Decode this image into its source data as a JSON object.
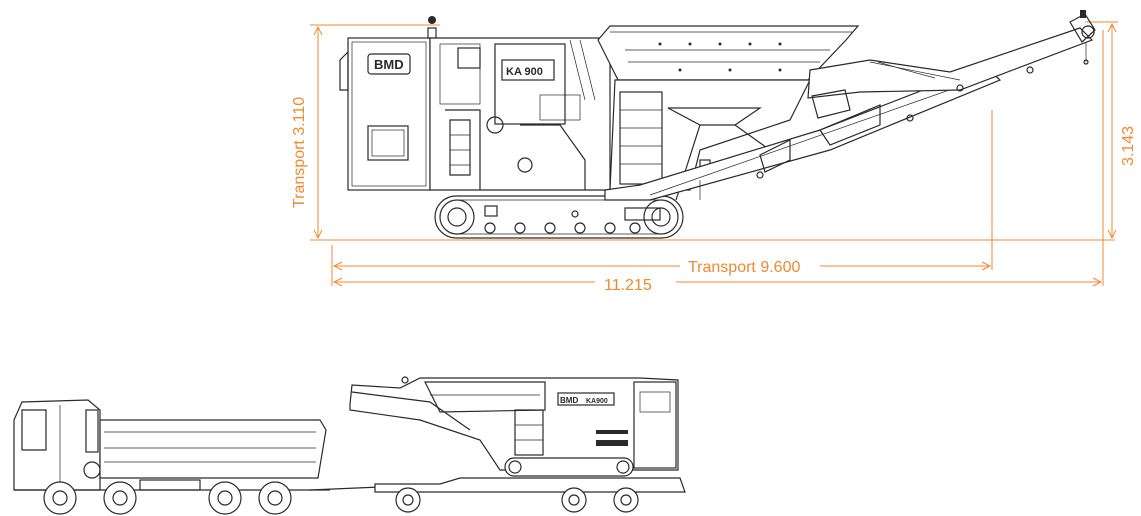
{
  "dimensions": {
    "height_left": "Transport 3.110",
    "height_right": "3.143",
    "length_transport": "Transport 9.600",
    "length_total": "11.215"
  },
  "machine": {
    "brand_logo": "BMD",
    "model_label": "KA 900",
    "transport_brand_logo": "BMD",
    "transport_model_label": "KA900"
  },
  "colors": {
    "dimension": "#f08a30",
    "linework": "#2a2a2a",
    "background": "#ffffff"
  }
}
